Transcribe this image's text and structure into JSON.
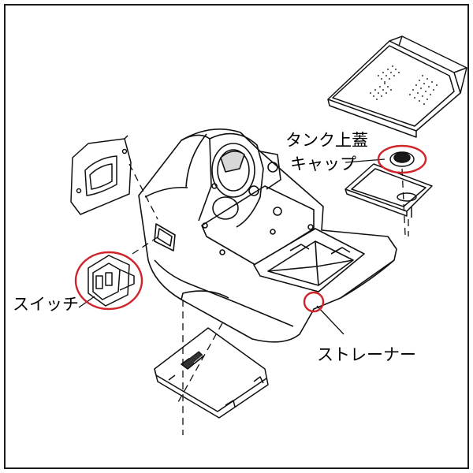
{
  "labels": {
    "tank_lid_line1": "タンク上蓋",
    "tank_lid_line2": "キャップ",
    "switch": "スイッチ",
    "strainer": "ストレーナー"
  },
  "colors": {
    "line": "#111111",
    "highlight": "#d0242a",
    "frame": "#1a1a1a"
  }
}
